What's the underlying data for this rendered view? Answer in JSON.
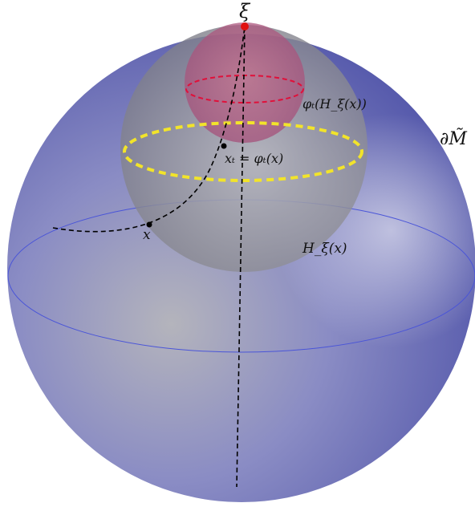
{
  "labels": {
    "xi": "ξ",
    "boundary": "∂M̃",
    "x": "x",
    "xt": "xₜ = φₜ(x)",
    "horosphere": "H_ξ(x)",
    "flowed_horosphere": "φₜ(H_ξ(x))"
  },
  "colors": {
    "ball": "#6f73c9",
    "horoball": "#9a9a9a",
    "flowed_horoball": "#c0577f",
    "yellow_circle": "#f2e42a",
    "red_circle": "#e0103a",
    "equator": "#4a55d8",
    "ideal_point": "#e01010",
    "geodesic": "#000000"
  }
}
